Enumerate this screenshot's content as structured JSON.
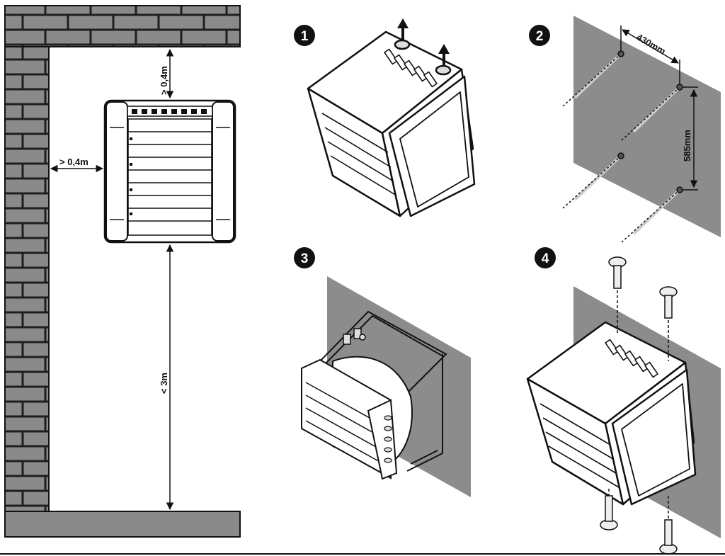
{
  "clearances": {
    "top": "> 0,4m",
    "side": "> 0,4m",
    "floor": "< 3m"
  },
  "steps": [
    {
      "number": "1"
    },
    {
      "number": "2",
      "width_label": "430mm",
      "height_label": "585mm"
    },
    {
      "number": "3"
    },
    {
      "number": "4"
    }
  ],
  "colors": {
    "brick": "#8a8a8a",
    "mortar": "#1e1e1e",
    "wall_panel": "#8c8c8c",
    "outline": "#111111",
    "unit_body": "#ffffff"
  }
}
